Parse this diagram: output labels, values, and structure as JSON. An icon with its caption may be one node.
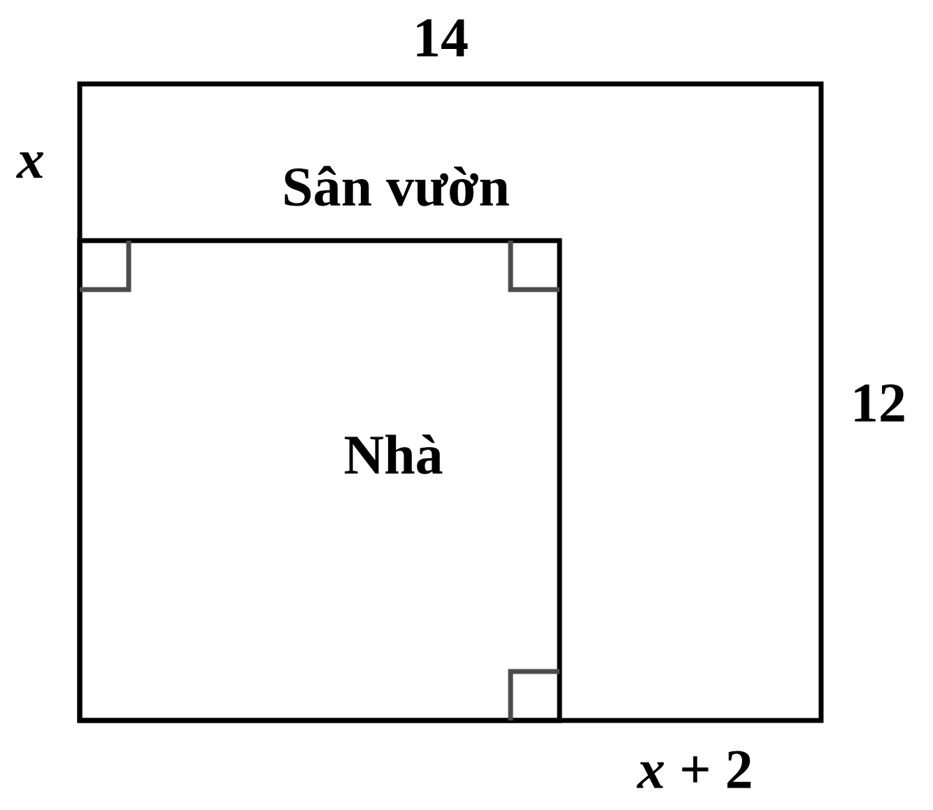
{
  "diagram": {
    "nodes": [
      {
        "text": [
          "Sân vườn"
        ]
      },
      {
        "text": [
          "Nhà"
        ],
        "in": 0
      }
    ],
    "labels": [
      "14",
      "x",
      "12",
      "*x* + 2"
    ]
  }
}
